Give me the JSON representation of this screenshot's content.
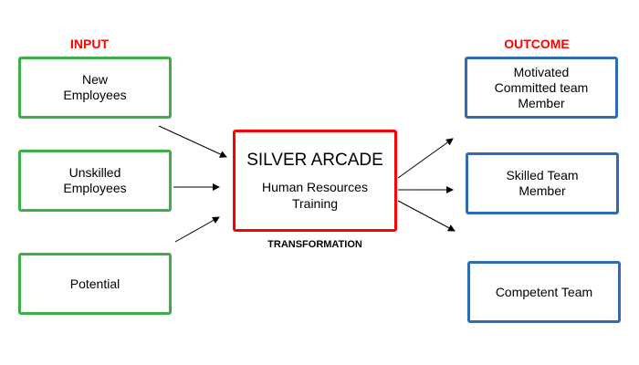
{
  "headings": {
    "input": "INPUT",
    "outcome": "OUTCOME"
  },
  "inputs": [
    {
      "label": "New\nEmployees"
    },
    {
      "label": "Unskilled\nEmployees"
    },
    {
      "label": "Potential"
    }
  ],
  "center": {
    "title": "SILVER ARCADE",
    "subtitle": "Human Resources\nTraining"
  },
  "transformation_label": "TRANSFORMATION",
  "outcomes": [
    {
      "label": "Motivated\nCommitted team\nMember"
    },
    {
      "label": "Skilled Team\nMember"
    },
    {
      "label": "Competent Team"
    }
  ],
  "colors": {
    "input_border": "#3fad47",
    "outcome_border": "#2e6db4",
    "center_border": "#ff0000",
    "heading_text": "#ff0000"
  }
}
